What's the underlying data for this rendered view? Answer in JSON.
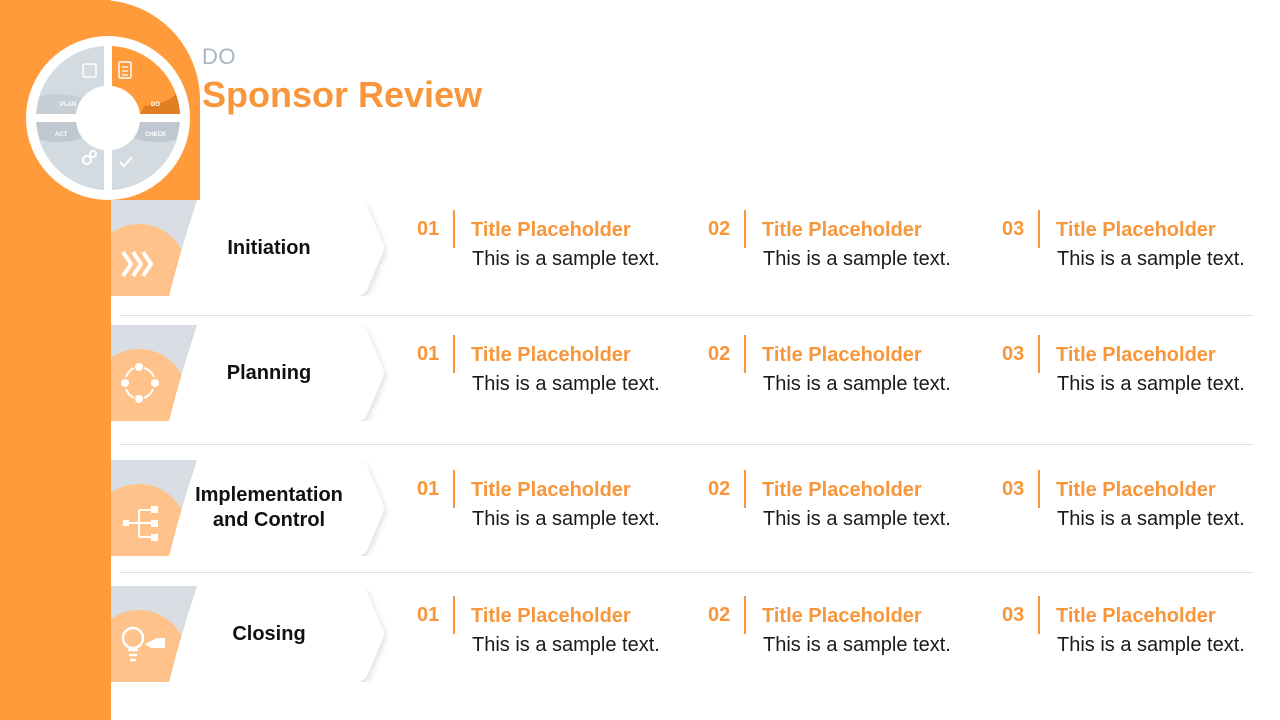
{
  "header": {
    "subtitle": "DO",
    "title": "Sponsor Review"
  },
  "cycle": {
    "plan": "PLAN",
    "do": "DO",
    "check": "CHECK",
    "act": "ACT"
  },
  "colors": {
    "accent": "#FF9B3A",
    "gray": "#D8DEE3"
  },
  "phases": [
    {
      "label": "Initiation",
      "icon": "chevrons-right-icon",
      "items": [
        {
          "num": "01",
          "title": "Title Placeholder",
          "text": "This is a sample text."
        },
        {
          "num": "02",
          "title": "Title Placeholder",
          "text": "This is a sample text."
        },
        {
          "num": "03",
          "title": "Title Placeholder",
          "text": "This is a sample text."
        }
      ]
    },
    {
      "label": "Planning",
      "icon": "cycle-arrows-icon",
      "items": [
        {
          "num": "01",
          "title": "Title Placeholder",
          "text": "This is a sample text."
        },
        {
          "num": "02",
          "title": "Title Placeholder",
          "text": "This is a sample text."
        },
        {
          "num": "03",
          "title": "Title Placeholder",
          "text": "This is a sample text."
        }
      ]
    },
    {
      "label": "Implementation and Control",
      "icon": "hierarchy-icon",
      "items": [
        {
          "num": "01",
          "title": "Title Placeholder",
          "text": "This is a sample text."
        },
        {
          "num": "02",
          "title": "Title Placeholder",
          "text": "This is a sample text."
        },
        {
          "num": "03",
          "title": "Title Placeholder",
          "text": "This is a sample text."
        }
      ]
    },
    {
      "label": "Closing",
      "icon": "lightbulb-icon",
      "items": [
        {
          "num": "01",
          "title": "Title Placeholder",
          "text": "This is a sample text."
        },
        {
          "num": "02",
          "title": "Title Placeholder",
          "text": "This is a sample text."
        },
        {
          "num": "03",
          "title": "Title Placeholder",
          "text": "This is a sample text."
        }
      ]
    }
  ]
}
